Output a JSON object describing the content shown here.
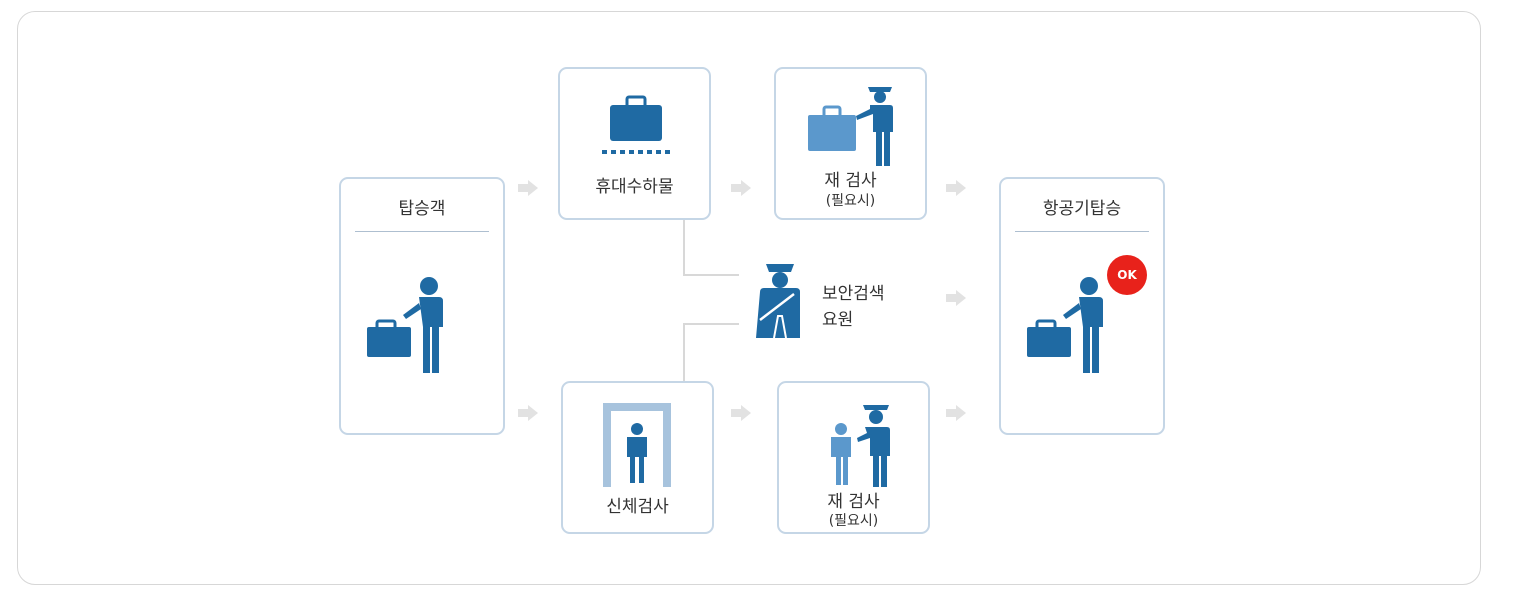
{
  "colors": {
    "primary": "#1f6aa3",
    "light": "#5b98cc",
    "border": "#c5d6e6",
    "arrow": "#e2e2e2",
    "ok": "#e8221b"
  },
  "nodes": {
    "passenger": {
      "label": "탑승객"
    },
    "carry_on": {
      "label": "휴대수하물"
    },
    "recheck_bag": {
      "label": "재 검사",
      "sub": "(필요시)"
    },
    "security_staff": {
      "line1": "보안검색",
      "line2": "요원"
    },
    "body_check": {
      "label": "신체검사"
    },
    "recheck_body": {
      "label": "재 검사",
      "sub": "(필요시)"
    },
    "boarding": {
      "label": "항공기탑승",
      "badge": "OK"
    }
  },
  "icons": {
    "passenger": "person-with-suitcase-icon",
    "carry_on": "suitcase-on-conveyor-icon",
    "recheck_bag": "officer-checking-bag-icon",
    "security_staff": "security-officer-icon",
    "body_check": "metal-detector-gate-icon",
    "recheck_body": "officer-checking-person-icon",
    "boarding": "person-with-suitcase-icon"
  }
}
